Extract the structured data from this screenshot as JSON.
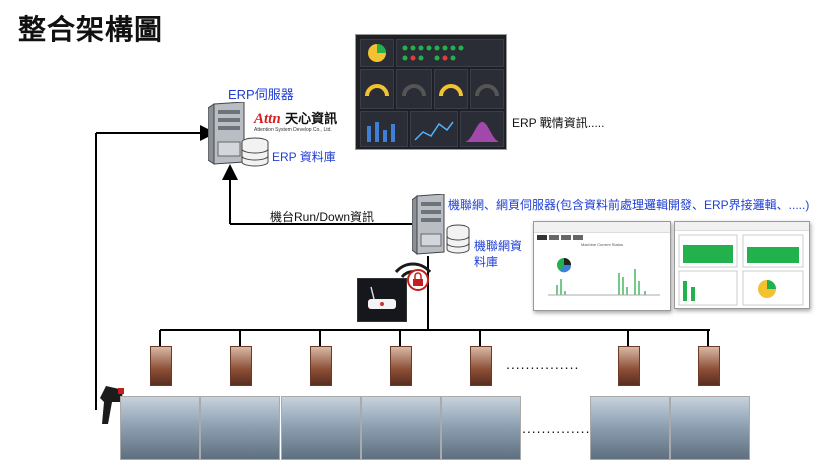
{
  "title": "整合架構圖",
  "erp_server": {
    "label": "ERP伺服器",
    "brand_logo": "Attn",
    "brand_name": "天心資訊",
    "brand_sub": "Attention System Develop Co., Ltd.",
    "db_label": "ERP 資料庫"
  },
  "erp_dashboard_label": "ERP 戰情資訊.....",
  "iot_server": {
    "label": "機聯網、網頁伺服器(包含資料前處理邏輯開發、ERP界接邏輯、.....)",
    "db_label_line1": "機聯網資",
    "db_label_line2": "料庫"
  },
  "run_down_label": "機台Run/Down資訊",
  "dots_label": "...............",
  "web_page": {
    "chart_title": "Machine Current Status"
  },
  "colors": {
    "label_blue": "#1f3fd6",
    "line": "#000000",
    "dashboard_bg": "#1e2026",
    "gauge_yellow": "#f2c230",
    "chart_green": "#22b14c"
  },
  "icons": [
    "server-icon",
    "database-icon",
    "wifi-lock-icon",
    "router-icon",
    "barcode-scanner-icon",
    "machine-controller-icon",
    "factory-machine-photo"
  ]
}
